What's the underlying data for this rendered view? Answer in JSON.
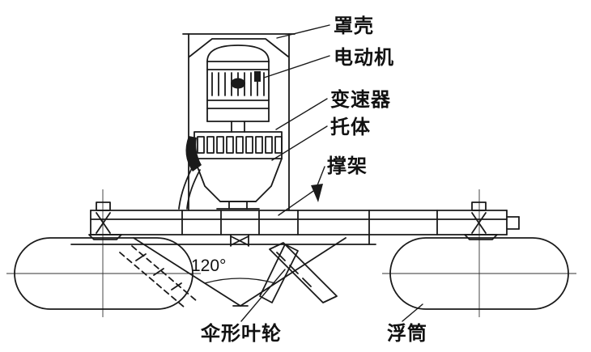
{
  "diagram": {
    "line_color": "#1a1a1a",
    "background": "#ffffff",
    "labels": {
      "casing": "罩壳",
      "motor": "电动机",
      "gearbox": "变速器",
      "support_body": "托体",
      "bracket": "撑架",
      "impeller": "伞形叶轮",
      "float": "浮筒"
    },
    "angle_label": "120°"
  }
}
